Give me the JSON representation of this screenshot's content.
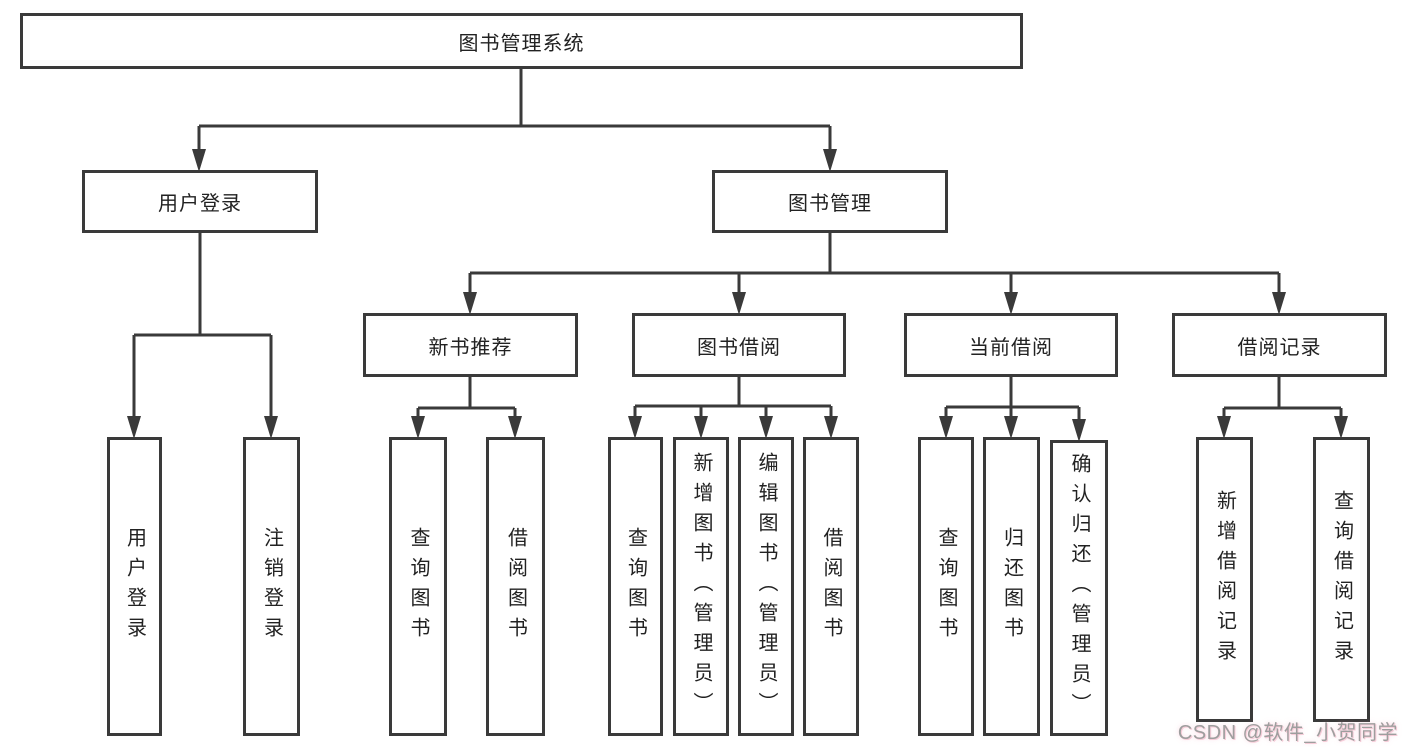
{
  "diagram": {
    "root": {
      "label": "图书管理系统"
    },
    "branches": [
      {
        "label": "用户登录",
        "children": [
          {
            "label": "用户登录"
          },
          {
            "label": "注销登录"
          }
        ]
      },
      {
        "label": "图书管理",
        "children": [
          {
            "label": "新书推荐",
            "children": [
              {
                "label": "查询图书"
              },
              {
                "label": "借阅图书"
              }
            ]
          },
          {
            "label": "图书借阅",
            "children": [
              {
                "label": "查询图书"
              },
              {
                "label": "新增图书（管理员）"
              },
              {
                "label": "编辑图书（管理员）"
              },
              {
                "label": "借阅图书"
              }
            ]
          },
          {
            "label": "当前借阅",
            "children": [
              {
                "label": "查询图书"
              },
              {
                "label": "归还图书"
              },
              {
                "label": "确认归还（管理员）"
              }
            ]
          },
          {
            "label": "借阅记录",
            "children": [
              {
                "label": "新增借阅记录"
              },
              {
                "label": "查询借阅记录"
              }
            ]
          }
        ]
      }
    ]
  },
  "watermark": {
    "text": "CSDN @软件_小贺同学"
  },
  "colors": {
    "line": "#3a3a3a",
    "text": "#222222",
    "background": "#ffffff",
    "watermark": "#9e9e9e"
  }
}
